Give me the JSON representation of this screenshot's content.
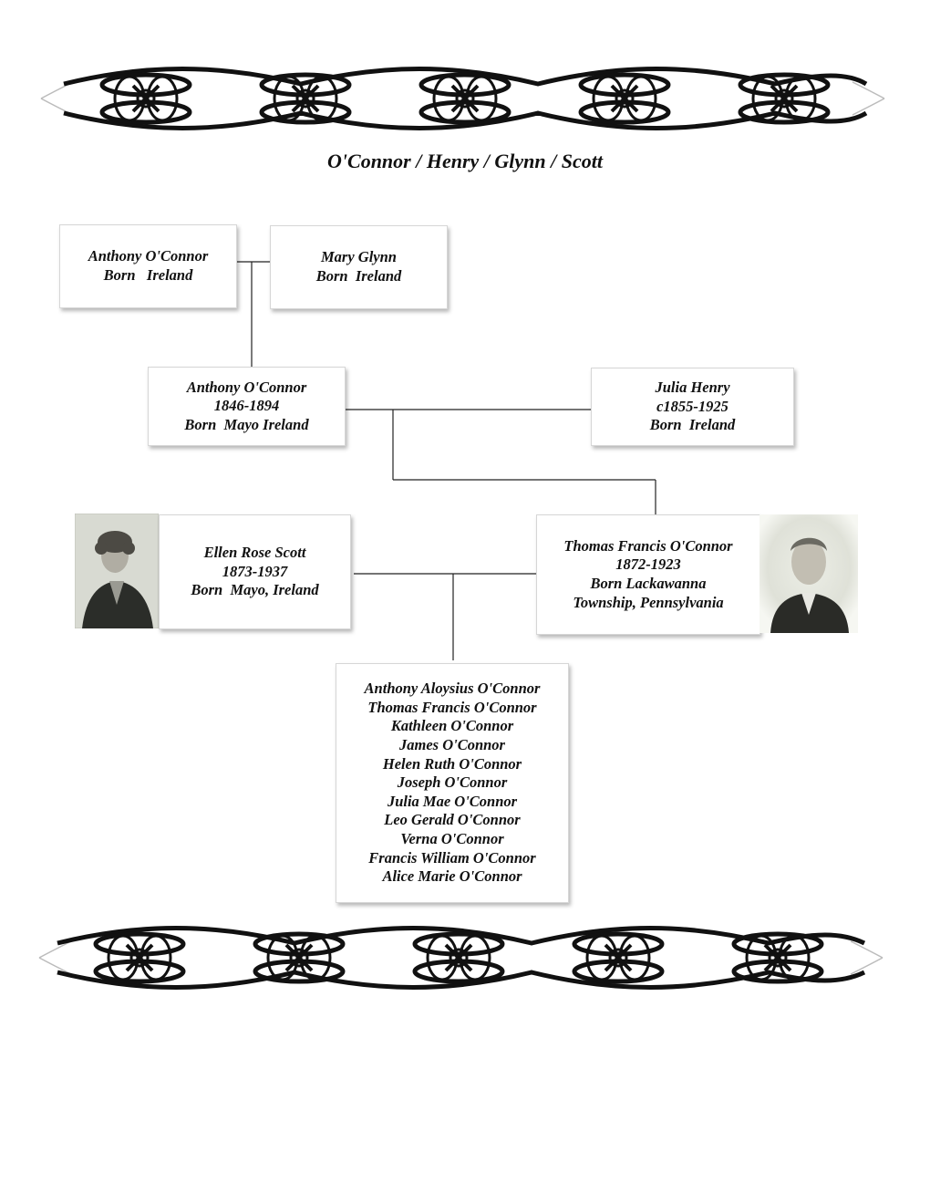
{
  "title": "O'Connor / Henry / Glynn / Scott",
  "people": {
    "anthony_sr": {
      "line1": "Anthony O'Connor",
      "line2": "Born   Ireland"
    },
    "mary_glynn": {
      "line1": "Mary Glynn",
      "line2": "Born  Ireland"
    },
    "anthony": {
      "name": "Anthony O'Connor",
      "dates": "1846-1894",
      "born": "Born  Mayo Ireland"
    },
    "julia_henry": {
      "name": "Julia Henry",
      "dates": "c1855-1925",
      "born": "Born  Ireland"
    },
    "ellen": {
      "name": "Ellen Rose Scott",
      "dates": "1873-1937",
      "born": "Born  Mayo, Ireland"
    },
    "thomas": {
      "name": "Thomas Francis O'Connor",
      "dates": "1872-1923",
      "born1": "Born Lackawanna",
      "born2": "Township, Pennsylvania"
    }
  },
  "children": [
    "Anthony Aloysius O'Connor",
    "Thomas Francis O'Connor",
    "Kathleen O'Connor",
    "James O'Connor",
    "Helen Ruth O'Connor",
    "Joseph O'Connor",
    "Julia Mae O'Connor",
    "Leo Gerald O'Connor",
    "Verna O'Connor",
    "Francis William O'Connor",
    "Alice Marie O'Connor"
  ]
}
